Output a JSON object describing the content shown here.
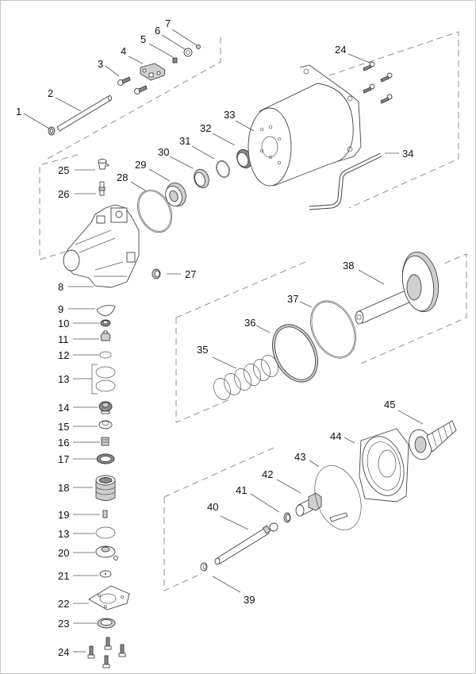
{
  "diagram": {
    "title": "Exploded parts view",
    "callouts": [
      {
        "id": "c1",
        "label": "1"
      },
      {
        "id": "c2",
        "label": "2"
      },
      {
        "id": "c3",
        "label": "3"
      },
      {
        "id": "c4",
        "label": "4"
      },
      {
        "id": "c5",
        "label": "5"
      },
      {
        "id": "c6",
        "label": "6"
      },
      {
        "id": "c7",
        "label": "7"
      },
      {
        "id": "c8",
        "label": "8"
      },
      {
        "id": "c9",
        "label": "9"
      },
      {
        "id": "c10",
        "label": "10"
      },
      {
        "id": "c11",
        "label": "11"
      },
      {
        "id": "c12",
        "label": "12"
      },
      {
        "id": "c13a",
        "label": "13"
      },
      {
        "id": "c14",
        "label": "14"
      },
      {
        "id": "c15",
        "label": "15"
      },
      {
        "id": "c16",
        "label": "16"
      },
      {
        "id": "c17",
        "label": "17"
      },
      {
        "id": "c18",
        "label": "18"
      },
      {
        "id": "c19",
        "label": "19"
      },
      {
        "id": "c13b",
        "label": "13"
      },
      {
        "id": "c20",
        "label": "20"
      },
      {
        "id": "c21",
        "label": "21"
      },
      {
        "id": "c22",
        "label": "22"
      },
      {
        "id": "c23",
        "label": "23"
      },
      {
        "id": "c24a",
        "label": "24"
      },
      {
        "id": "c24b",
        "label": "24"
      },
      {
        "id": "c25",
        "label": "25"
      },
      {
        "id": "c26",
        "label": "26"
      },
      {
        "id": "c27",
        "label": "27"
      },
      {
        "id": "c28",
        "label": "28"
      },
      {
        "id": "c29",
        "label": "29"
      },
      {
        "id": "c30",
        "label": "30"
      },
      {
        "id": "c31",
        "label": "31"
      },
      {
        "id": "c32",
        "label": "32"
      },
      {
        "id": "c33",
        "label": "33"
      },
      {
        "id": "c34",
        "label": "34"
      },
      {
        "id": "c35",
        "label": "35"
      },
      {
        "id": "c36",
        "label": "36"
      },
      {
        "id": "c37",
        "label": "37"
      },
      {
        "id": "c38",
        "label": "38"
      },
      {
        "id": "c39",
        "label": "39"
      },
      {
        "id": "c40",
        "label": "40"
      },
      {
        "id": "c41",
        "label": "41"
      },
      {
        "id": "c42",
        "label": "42"
      },
      {
        "id": "c43",
        "label": "43"
      },
      {
        "id": "c44",
        "label": "44"
      },
      {
        "id": "c45",
        "label": "45"
      }
    ]
  }
}
